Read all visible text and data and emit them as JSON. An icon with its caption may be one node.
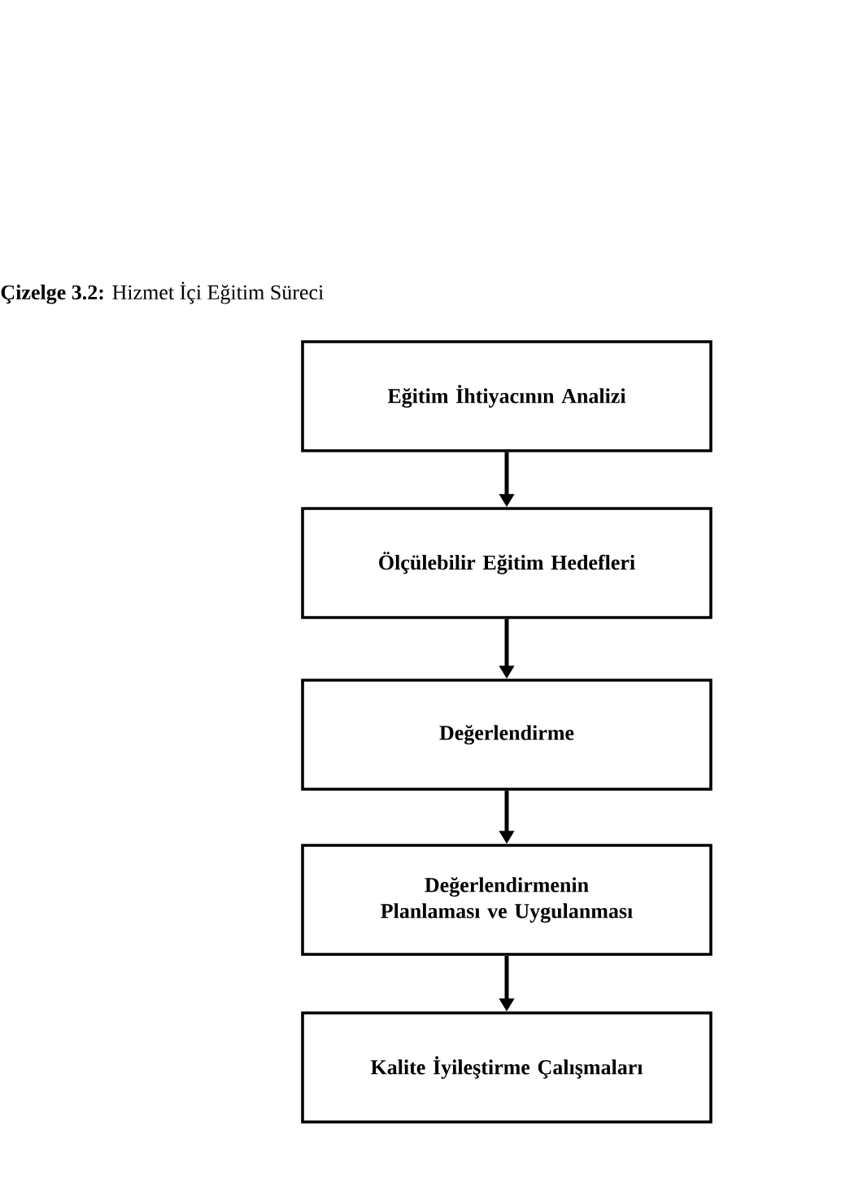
{
  "diagram": {
    "title": "**Çizelge 3.2:** Hizmet İçi Eğitim Süreci",
    "nodes": [
      {
        "text": [
          "Eğitim İhtiyacının Analizi"
        ]
      },
      {
        "text": [
          "Ölçülebilir Eğitim Hedefleri"
        ]
      },
      {
        "text": [
          "Değerlendirme"
        ]
      },
      {
        "text": [
          "Değerlendirmenin Planlaması ve Uygulanması"
        ]
      },
      {
        "text": [
          "Kalite İyileştirme Çalışmaları"
        ]
      }
    ],
    "edges": [
      {
        "from": 0,
        "to": 1,
        "arrow": "to"
      },
      {
        "from": 1,
        "to": 2,
        "arrow": "to"
      },
      {
        "from": 2,
        "to": 3,
        "arrow": "to"
      },
      {
        "from": 3,
        "to": 4,
        "arrow": "to"
      }
    ]
  }
}
